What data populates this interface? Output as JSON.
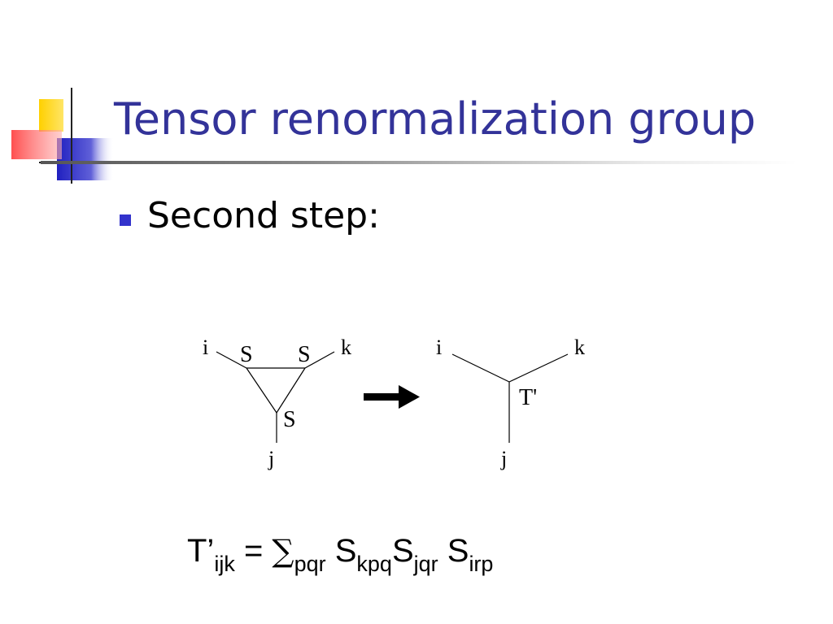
{
  "slide": {
    "title": "Tensor renormalization group",
    "bullet": "Second step:",
    "colors": {
      "title": "#333399",
      "bullet": "#3333cc"
    }
  },
  "diagram_left": {
    "labels": {
      "i": "i",
      "k": "k",
      "j": "j",
      "s_left": "S",
      "s_right": "S",
      "s_bottom": "S"
    }
  },
  "diagram_right": {
    "labels": {
      "i": "i",
      "k": "k",
      "j": "j",
      "center": "T'"
    }
  },
  "arrow_icon": "right-arrow-icon",
  "formula": {
    "lhs": "T’",
    "lhs_sub": "ijk",
    "equals": " = ",
    "sigma": "∑",
    "sigma_sub": "pqr",
    "t1": " S",
    "t1_sub": "kpq",
    "t2": "S",
    "t2_sub": "jqr",
    "t3": " S",
    "t3_sub": "irp"
  }
}
